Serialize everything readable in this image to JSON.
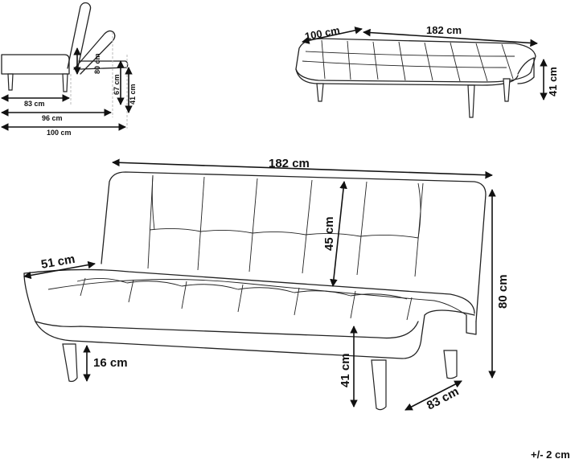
{
  "top_left_view": {
    "labels": {
      "h80": "80 cm",
      "h67": "67 cm",
      "h41": "41 cm",
      "w83": "83 cm",
      "w96": "96 cm",
      "w100": "100 cm"
    }
  },
  "top_right_view": {
    "labels": {
      "depth": "100 cm",
      "width": "182 cm",
      "height": "41 cm"
    }
  },
  "main_view": {
    "labels": {
      "width": "182 cm",
      "seat_depth": "51 cm",
      "back_height": "45 cm",
      "height": "80 cm",
      "leg": "16 cm",
      "seat_height": "41 cm",
      "depth": "83 cm"
    }
  },
  "tolerance": "+/- 2 cm"
}
